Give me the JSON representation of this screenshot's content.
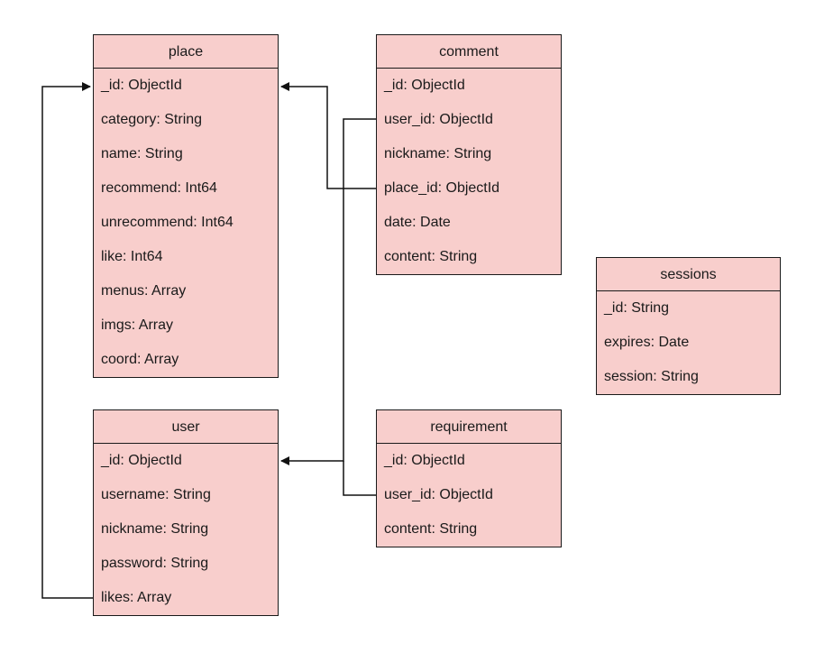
{
  "entities": {
    "place": {
      "title": "place",
      "fields": [
        "_id: ObjectId",
        "category: String",
        "name: String",
        "recommend: Int64",
        "unrecommend: Int64",
        "like: Int64",
        "menus: Array",
        "imgs: Array",
        "coord: Array"
      ]
    },
    "user": {
      "title": "user",
      "fields": [
        "_id: ObjectId",
        "username: String",
        "nickname: String",
        "password: String",
        "likes: Array"
      ]
    },
    "comment": {
      "title": "comment",
      "fields": [
        "_id: ObjectId",
        "user_id: ObjectId",
        "nickname: String",
        "place_id: ObjectId",
        "date: Date",
        "content: String"
      ]
    },
    "requirement": {
      "title": "requirement",
      "fields": [
        "_id: ObjectId",
        "user_id: ObjectId",
        "content: String"
      ]
    },
    "sessions": {
      "title": "sessions",
      "fields": [
        "_id: String",
        "expires: Date",
        "session: String"
      ]
    }
  },
  "colors": {
    "entity_fill": "#f8cecc",
    "stroke": "#1a1a1a"
  }
}
